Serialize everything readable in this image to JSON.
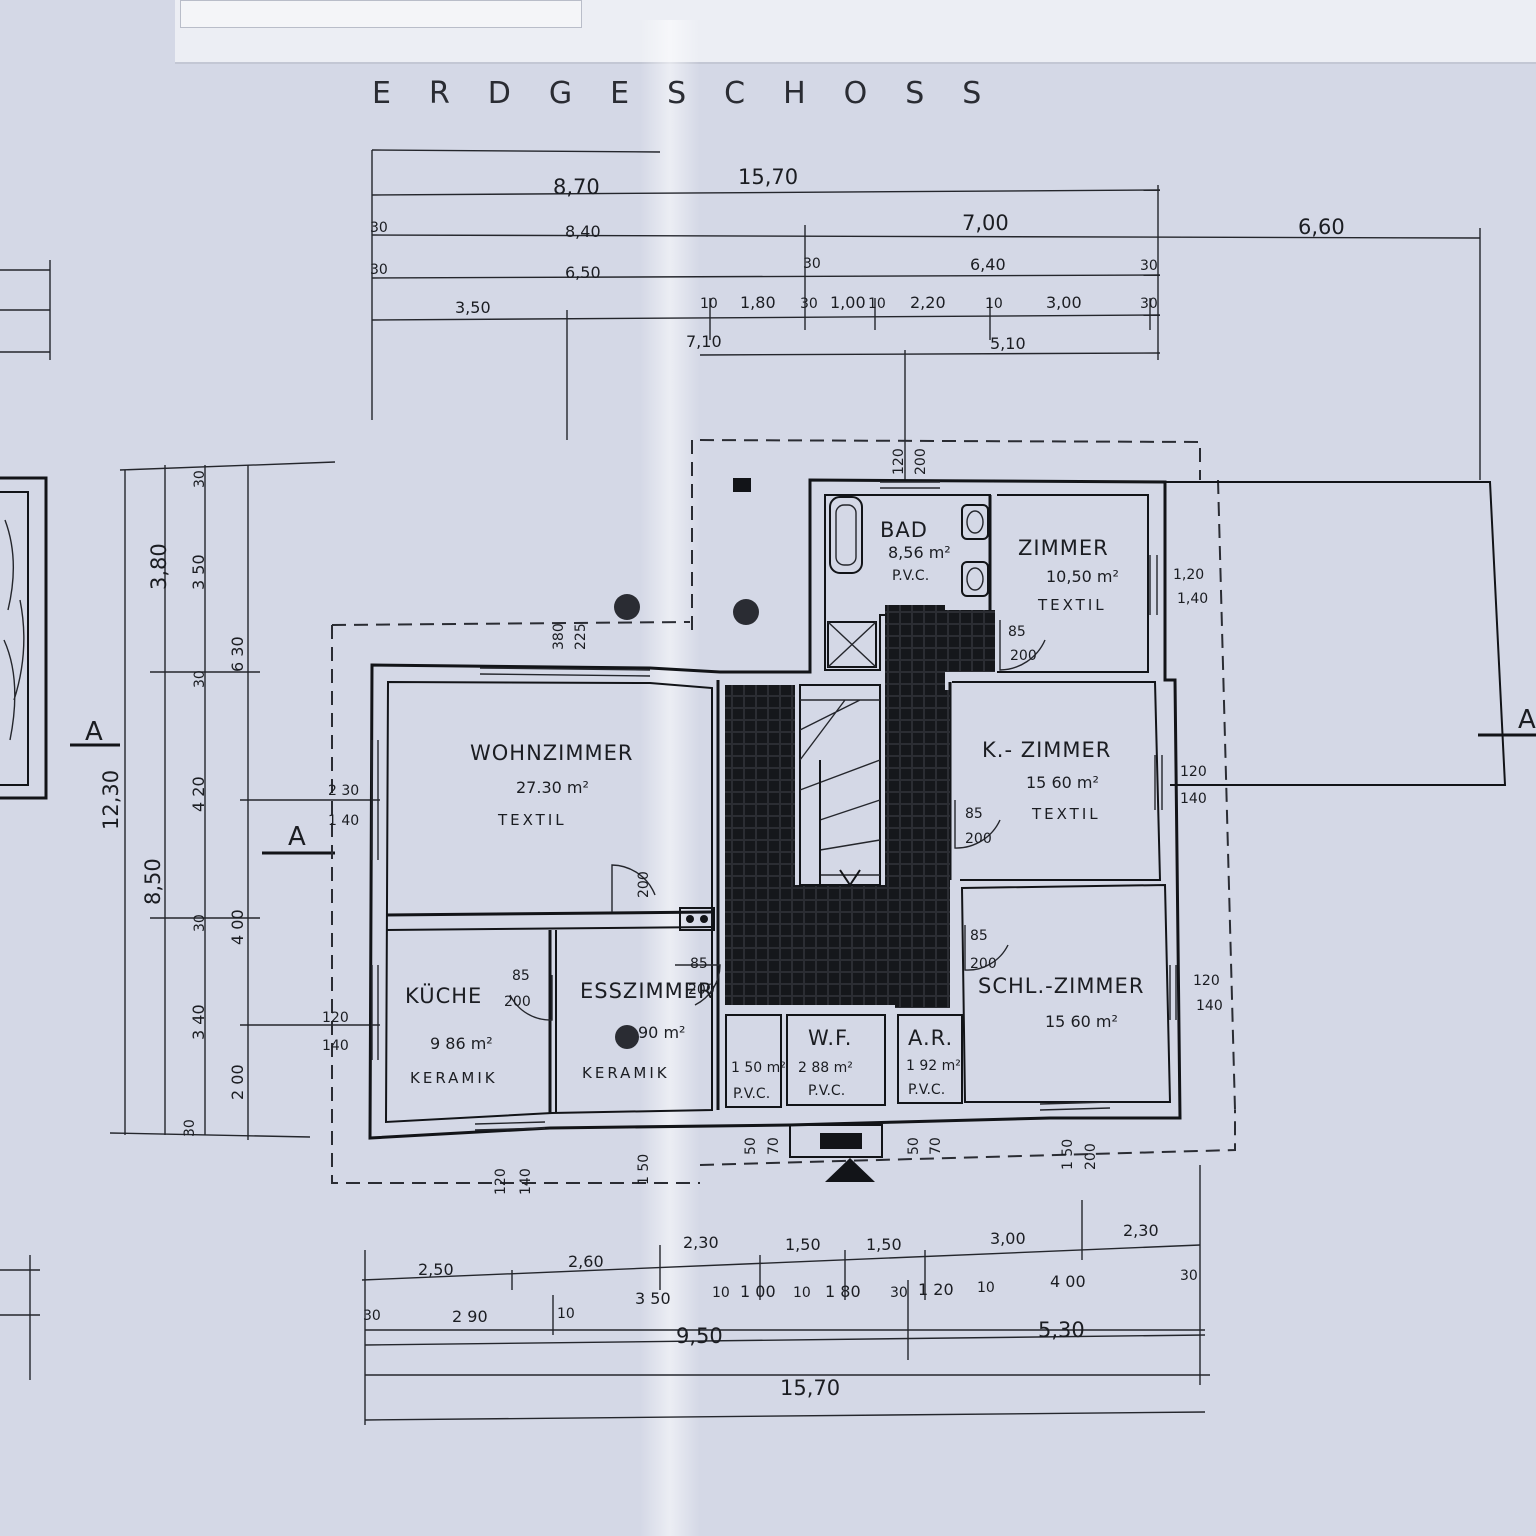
{
  "title": "ERDGESCHOSS",
  "rooms": {
    "wohnzimmer": {
      "name": "WOHNZIMMER",
      "area": "27.30 m²",
      "floor": "TEXTIL"
    },
    "kueche": {
      "name": "KÜCHE",
      "area": "9 86 m²",
      "floor": "KERAMIK"
    },
    "esszimmer": {
      "name": "ESSZIMMER",
      "area": "90 m²",
      "floor": "KERAMIK"
    },
    "bad": {
      "name": "BAD",
      "area": "8,56 m²",
      "floor": "P.V.C."
    },
    "zimmer": {
      "name": "ZIMMER",
      "area": "10,50 m²",
      "floor": "TEXTIL"
    },
    "kzimmer": {
      "name": "K.- ZIMMER",
      "area": "15 60 m²",
      "floor": "TEXTIL"
    },
    "schlzimmer": {
      "name": "SCHL.-ZIMMER",
      "area": "15 60 m²"
    },
    "wf": {
      "name": "W.F.",
      "area": "2 88 m²",
      "floor": "P.V.C."
    },
    "ar": {
      "name": "A.R.",
      "area": "1 92 m²",
      "floor": "P.V.C."
    },
    "wc": {
      "area": "1 50 m²",
      "floor": "P.V.C."
    }
  },
  "section_marker": "A",
  "dims_top": {
    "total": "15,70",
    "d870": "8,70",
    "d840": "8,40",
    "d650": "6,50",
    "d350": "3,50",
    "d700": "7,00",
    "d660": "6,60",
    "d640": "6,40",
    "d180": "1,80",
    "d100": "1,00",
    "d220": "2,20",
    "d300": "3,00",
    "d710": "7,10",
    "d510": "5,10",
    "d30": "30",
    "d10": "10"
  },
  "dims_bottom": {
    "total": "15,70",
    "d950": "9,50",
    "d530": "5,30",
    "d250": "2,50",
    "d260": "2,60",
    "d230": "2,30",
    "d150": "1,50",
    "d150b": "1,50",
    "d300": "3,00",
    "d230b": "2,30",
    "d290": "2 90",
    "d350": "3 50",
    "d100": "1 00",
    "d180": "1 80",
    "d120": "1 20",
    "d400": "4 00",
    "d30": "30",
    "d10": "10"
  },
  "dims_left": {
    "d1230": "12,30",
    "d380": "3,80",
    "d850": "8,50",
    "d350": "3 50",
    "d630": "6 30",
    "d420": "4 20",
    "d400": "4 00",
    "d340": "3 40",
    "d200": "2 00",
    "d30": "30"
  },
  "openings": {
    "w1": "1,20",
    "w2": "1,40",
    "h120": "120",
    "h140": "140",
    "h200": "200",
    "h225": "225",
    "h380": "380",
    "d85": "85",
    "d200": "200",
    "h230": "2 30",
    "h40": "1 40",
    "h50": "50",
    "h70": "70",
    "h150": "1 50"
  }
}
